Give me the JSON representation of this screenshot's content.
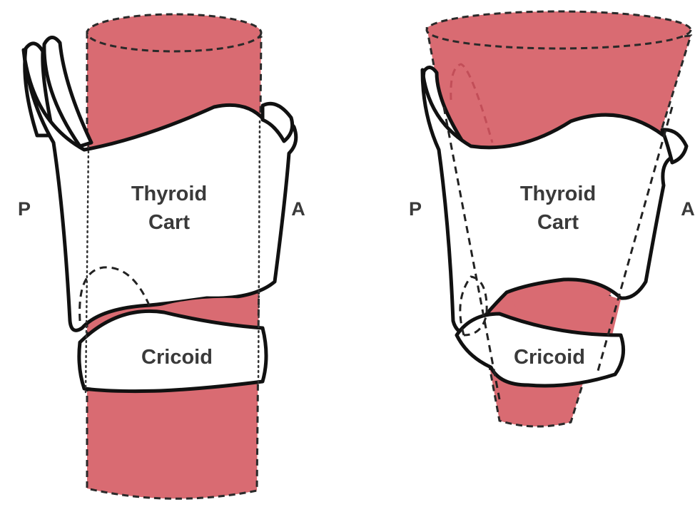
{
  "colors": {
    "airway": "#d96b72",
    "outline": "#111111",
    "label": "#3a3a3a"
  },
  "panels": [
    {
      "thyroid_line1": "Thyroid",
      "thyroid_line2": "Cart",
      "cricoid": "Cricoid",
      "posterior": "P",
      "anterior": "A"
    },
    {
      "thyroid_line1": "Thyroid",
      "thyroid_line2": "Cart",
      "cricoid": "Cricoid",
      "posterior": "P",
      "anterior": "A"
    }
  ]
}
